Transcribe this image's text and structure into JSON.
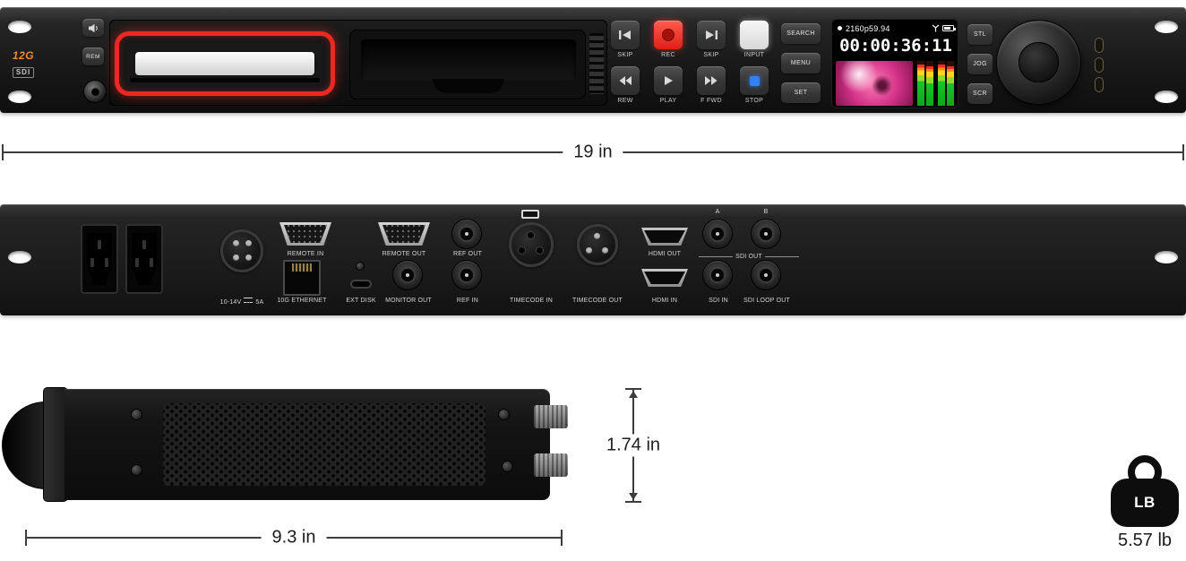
{
  "product": {
    "logo_12g": "12G",
    "logo_sdi": "SDI"
  },
  "front": {
    "rem_label": "REM",
    "transport": {
      "skip_back": "SKIP",
      "rec": "REC",
      "skip_fwd": "SKIP",
      "input": "INPUT",
      "rew": "REW",
      "play": "PLAY",
      "ffwd": "F FWD",
      "stop": "STOP"
    },
    "menu_keys": {
      "search": "SEARCH",
      "menu": "MENU",
      "set": "SET"
    },
    "mode_keys": {
      "stl": "STL",
      "jog": "JOG",
      "scr": "SCR"
    },
    "lcd": {
      "format": "2160p59.94",
      "timecode": "00:00:36:11"
    }
  },
  "rear": {
    "power_prefix": "10-14V",
    "power_suffix": "5A",
    "ethernet": "10G ETHERNET",
    "remote_in": "REMOTE IN",
    "remote_out": "REMOTE OUT",
    "ext_disk": "EXT DISK",
    "monitor_out": "MONITOR OUT",
    "ref_out": "REF OUT",
    "ref_in": "REF IN",
    "timecode_in": "TIMECODE IN",
    "timecode_out": "TIMECODE OUT",
    "hdmi_out": "HDMI OUT",
    "hdmi_in": "HDMI IN",
    "sdi_a": "A",
    "sdi_b": "B",
    "sdi_out": "SDI OUT",
    "sdi_in": "SDI IN",
    "sdi_loop_out": "SDI LOOP OUT"
  },
  "dimensions": {
    "width": "19 in",
    "height": "1.74 in",
    "depth": "9.3 in",
    "weight": "5.57 lb",
    "weight_badge": "LB"
  },
  "colors": {
    "record_red": "#e92a22",
    "accent_orange": "#f08a2d",
    "stop_blue": "#2f82f0",
    "meter_green": "#19c42b",
    "meter_yellow": "#ffd61f",
    "meter_red": "#ff2e24",
    "lcd_thumbnail_pink": "#d23187"
  }
}
